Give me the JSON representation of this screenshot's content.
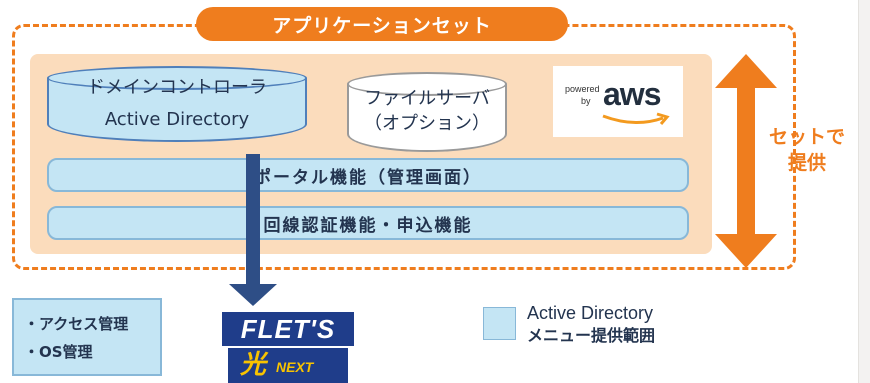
{
  "title": "アプリケーションセット",
  "domain_controller": {
    "line1": "ドメインコントローラ",
    "line2": "Active Directory"
  },
  "file_server": {
    "line1": "ファイルサーバ",
    "line2": "（オプション）"
  },
  "aws_badge": {
    "powered": "powered",
    "by": "by",
    "brand": "aws"
  },
  "bars": {
    "portal": "ポータル機能（管理画面）",
    "auth": "回線認証機能・申込機能"
  },
  "set_label": {
    "line1": "セットで",
    "line2": "提供"
  },
  "management": {
    "line1": "・アクセス管理",
    "line2": "・OS管理"
  },
  "flets": {
    "top": "FLET'S",
    "hikari": "光",
    "next": "NEXT"
  },
  "legend": {
    "line1": "Active Directory",
    "line2": "メニュー提供範囲"
  },
  "colors": {
    "orange": "#ef7d1e",
    "peach": "#fbdcbc",
    "light_blue": "#c4e5f4",
    "navy": "#2e4e86"
  },
  "icons": [
    "double-arrow-icon",
    "down-arrow-icon",
    "aws-smile-icon"
  ]
}
